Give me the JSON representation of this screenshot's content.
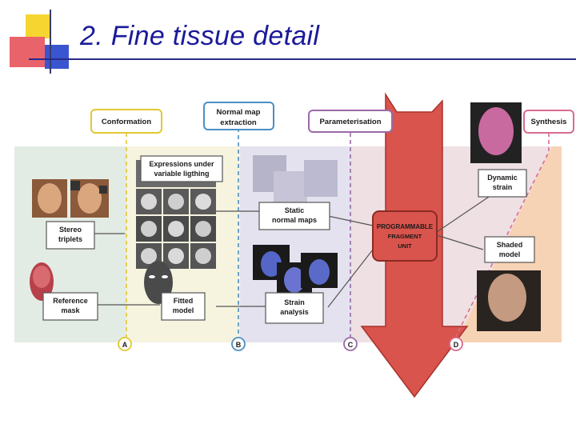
{
  "slide": {
    "title": "2. Fine tissue detail"
  },
  "diagram": {
    "phases": {
      "conformation": "Conformation",
      "normal_map_extraction": [
        "Normal map",
        "extraction"
      ],
      "parameterisation": "Parameterisation",
      "synthesis": "Synthesis"
    },
    "boxes": {
      "expressions": [
        "Expressions under",
        "variable ligthing"
      ],
      "stereo_triplets": [
        "Stereo",
        "triplets"
      ],
      "reference_mask": [
        "Reference",
        "mask"
      ],
      "fitted_model": [
        "Fitted",
        "model"
      ],
      "static_normal_maps": [
        "Static",
        "normal maps"
      ],
      "strain_analysis": [
        "Strain",
        "analysis"
      ],
      "programmable_unit": [
        "PROGRAMMABLE",
        "FRAGMENT",
        "UNIT"
      ],
      "dynamic_strain": [
        "Dynamic",
        "strain"
      ],
      "shaded_model": [
        "Shaded",
        "model"
      ]
    },
    "markers": [
      "A",
      "B",
      "C",
      "D"
    ],
    "colors": {
      "title": "#1a1a9a",
      "zone_a": "#e3ece4",
      "zone_b": "#f6f3df",
      "zone_c": "#e4e2ee",
      "zone_d": "#efe0e4",
      "zone_e": "#f7d3b5",
      "arrow": "#d9544c",
      "conformation": "#e0c832",
      "normal_map": "#4a8fc4",
      "parameterisation": "#9a6aa6",
      "synthesis": "#d96c8f"
    }
  }
}
